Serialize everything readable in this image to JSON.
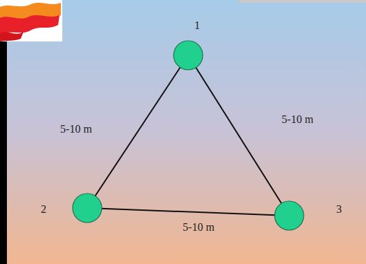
{
  "diagram": {
    "nodes": [
      {
        "text": [
          "1"
        ]
      },
      {
        "text": [
          "2"
        ]
      },
      {
        "text": [
          "3"
        ]
      }
    ],
    "edges": [
      {
        "from": 0,
        "to": 1,
        "arrow": "none",
        "label": "5-10 m"
      },
      {
        "from": 0,
        "to": 2,
        "arrow": "none",
        "label": "5-10 m"
      },
      {
        "from": 1,
        "to": 2,
        "arrow": "none",
        "label": "5-10 m"
      }
    ]
  }
}
